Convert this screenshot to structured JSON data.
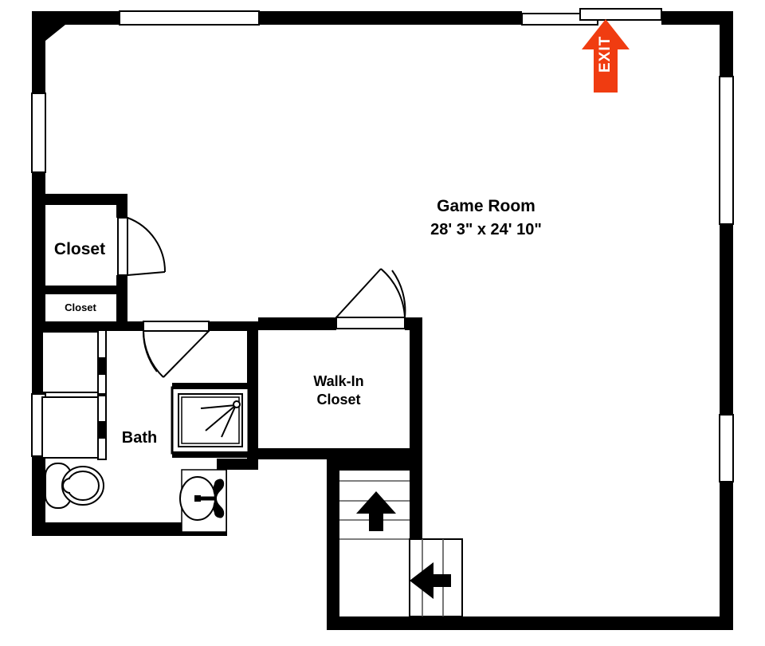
{
  "plan": {
    "title": "Game Room Floor Plan",
    "wall_color": "#000000",
    "floor_color": "#ffffff",
    "exit_color": "#F03C11"
  },
  "rooms": [
    {
      "id": "game-room",
      "name": "Game Room",
      "dimensions": "28' 3\" x 24' 10\""
    },
    {
      "id": "closet-big",
      "name": "Closet",
      "dimensions": ""
    },
    {
      "id": "closet-small",
      "name": "Closet",
      "dimensions": ""
    },
    {
      "id": "bath",
      "name": "Bath",
      "dimensions": ""
    },
    {
      "id": "walk-in-closet",
      "name": "Walk-In",
      "dimensions": "Closet"
    }
  ],
  "markers": {
    "exit": {
      "label": "EXIT",
      "color": "#F03C11",
      "direction": "up"
    },
    "stair_arrow_up": {
      "label": "",
      "direction": "up"
    },
    "stair_arrow_left": {
      "label": "",
      "direction": "left"
    }
  },
  "fixtures": [
    {
      "id": "toilet",
      "name": "toilet"
    },
    {
      "id": "sink",
      "name": "sink"
    },
    {
      "id": "shower",
      "name": "shower"
    },
    {
      "id": "closet-doors",
      "name": "bifold-closet-doors"
    }
  ],
  "openings": {
    "windows": 6,
    "doors": 3
  }
}
